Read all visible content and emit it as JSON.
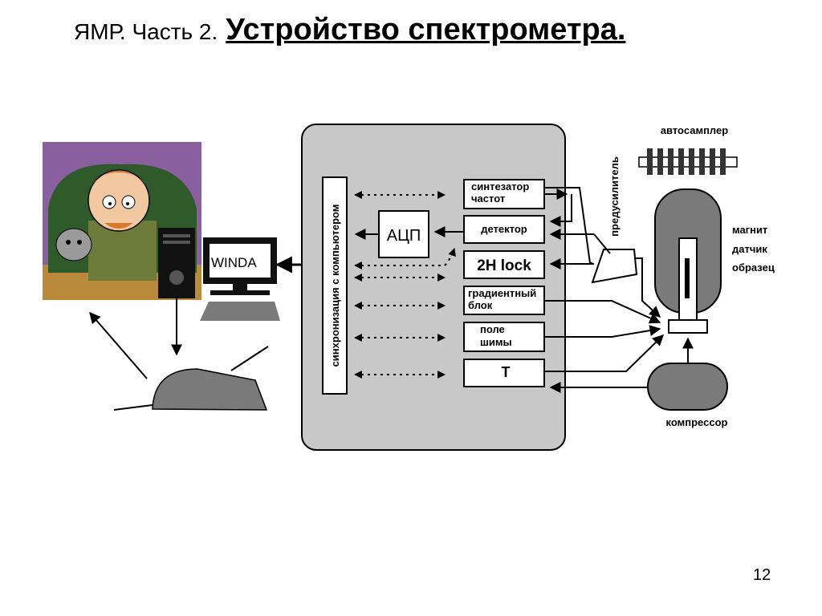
{
  "slide": {
    "title_prefix": "ЯМР. Часть 2.",
    "title_main": "Устройство спектрометра.",
    "page_number": "12"
  },
  "computer": {
    "screen_label": "WINDA"
  },
  "console": {
    "sync_label": "синхронизация с компьютером",
    "adc_label": "АЦП",
    "modules": {
      "synth": [
        "синтезатор",
        "частот"
      ],
      "detector": "детектор",
      "lock": "2H lock",
      "gradient": [
        "градиентный",
        "блок"
      ],
      "shims": [
        "поле",
        "шимы"
      ],
      "temp": "T"
    }
  },
  "periphery": {
    "preamp": "предусилитель",
    "autosampler": "автосамплер",
    "magnet_labels": [
      "магнит",
      "датчик",
      "образец"
    ],
    "compressor": "компрессор"
  },
  "icons": [
    "person-illustration",
    "pc-tower-icon",
    "monitor-icon",
    "keyboard-icon",
    "mouse-icon",
    "preamplifier-icon",
    "autosampler-icon",
    "magnet-icon",
    "compressor-icon"
  ],
  "colors": {
    "console_bg": "#c8c8c8",
    "device_fill": "#7a7a7a",
    "person_bg": "#8a5fa0",
    "line": "#000000"
  }
}
